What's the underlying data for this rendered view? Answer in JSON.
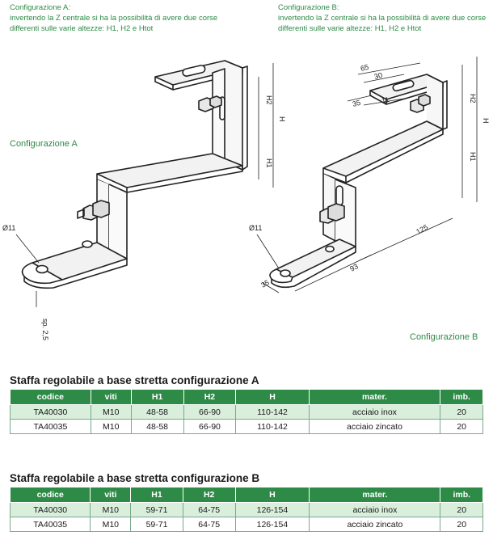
{
  "notes": {
    "config_a": {
      "title": "Configurazione A:",
      "line1": "invertendo la Z centrale si ha la possibilità di avere due corse",
      "line2": "differenti sulle varie altezze: H1, H2 e Htot"
    },
    "config_b": {
      "title": "Configurazione B:",
      "line1": "invertendo la Z centrale si ha la possibilità di avere due corse",
      "line2": "differenti sulle varie altezze: H1, H2 e Htot"
    }
  },
  "labels": {
    "config_a": "Configurazione A",
    "config_b": "Configurazione B"
  },
  "dims": {
    "hole": "Ø11",
    "h2": "H2",
    "h": "H",
    "h1": "H1",
    "thickness": "sp. 2,5",
    "d65": "65",
    "d30": "30",
    "d35": "35",
    "d11": "11",
    "d125": "125",
    "d93": "93",
    "d35b": "35"
  },
  "colors": {
    "header_bg": "#2e8b47",
    "row_alt": "#d9efdc",
    "accent_text": "#2d8a45"
  },
  "tables": [
    {
      "title": "Staffa regolabile a base stretta configurazione A",
      "headers": [
        "codice",
        "viti",
        "H1",
        "H2",
        "H",
        "mater.",
        "imb."
      ],
      "rows": [
        [
          "TA40030",
          "M10",
          "48-58",
          "66-90",
          "110-142",
          "acciaio inox",
          "20"
        ],
        [
          "TA40035",
          "M10",
          "48-58",
          "66-90",
          "110-142",
          "acciaio zincato",
          "20"
        ]
      ]
    },
    {
      "title": "Staffa regolabile a base stretta configurazione B",
      "headers": [
        "codice",
        "viti",
        "H1",
        "H2",
        "H",
        "mater.",
        "imb."
      ],
      "rows": [
        [
          "TA40030",
          "M10",
          "59-71",
          "64-75",
          "126-154",
          "acciaio inox",
          "20"
        ],
        [
          "TA40035",
          "M10",
          "59-71",
          "64-75",
          "126-154",
          "acciaio zincato",
          "20"
        ]
      ]
    }
  ]
}
